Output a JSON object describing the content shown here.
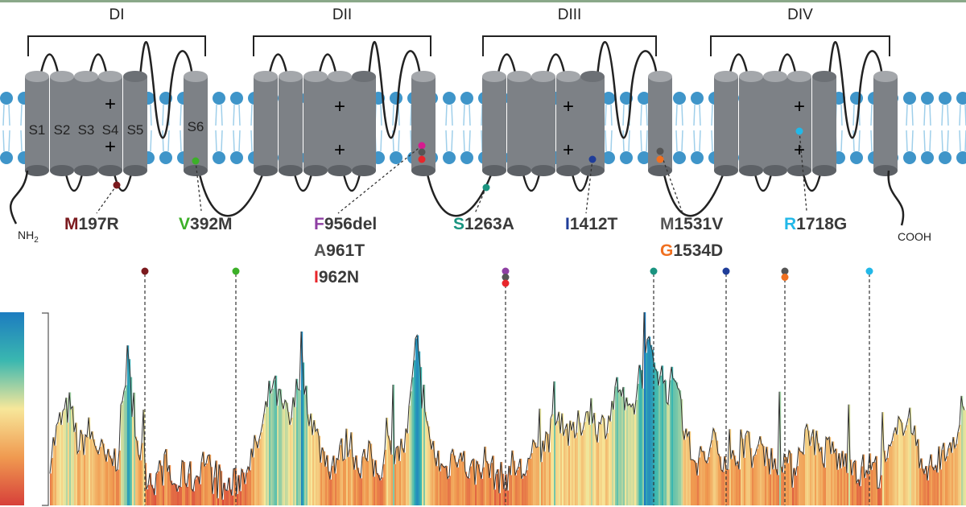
{
  "domains": [
    "DI",
    "DII",
    "DIII",
    "DIV"
  ],
  "segments": [
    "S1",
    "S2",
    "S3",
    "S4",
    "S5",
    "S6"
  ],
  "charge_symbol": "+",
  "termini": {
    "n": "NH",
    "n_sub": "2",
    "c": "COOH"
  },
  "mutations": [
    {
      "first": "M",
      "rest": "197R",
      "color": "#7b1a1e"
    },
    {
      "first": "V",
      "rest": "392M",
      "color": "#3cb028"
    },
    {
      "first": "F",
      "rest": "956del",
      "color": "#8e3fa3"
    },
    {
      "first": "A",
      "rest": "961T",
      "color": "#555555"
    },
    {
      "first": "I",
      "rest": "962N",
      "color": "#e8262b"
    },
    {
      "first": "S",
      "rest": "1263A",
      "color": "#1a9480"
    },
    {
      "first": "I",
      "rest": "1412T",
      "color": "#1f3d99"
    },
    {
      "first": "M",
      "rest": "1531V",
      "color": "#555555"
    },
    {
      "first": "G",
      "rest": "1534D",
      "color": "#f07020"
    },
    {
      "first": "R",
      "rest": "1718G",
      "color": "#22b8e8"
    }
  ],
  "colors": {
    "membrane": "#3f95c9",
    "helix": "#7d8186",
    "helix_top": "#a4a7ab"
  },
  "chart_data": {
    "type": "area",
    "title": "",
    "colorbar": [
      "#d7403a",
      "#f09a50",
      "#f7e79a",
      "#3ab7b0",
      "#1c7cc0"
    ],
    "profile": [
      0.3,
      0.5,
      0.6,
      0.35,
      0.45,
      0.35,
      0.25,
      0.3,
      0.9,
      0.4,
      0.2,
      0.15,
      0.25,
      0.1,
      0.2,
      0.15,
      0.3,
      0.15,
      0.1,
      0.12,
      0.2,
      0.3,
      0.45,
      0.75,
      0.6,
      0.5,
      0.85,
      0.55,
      0.35,
      0.25,
      0.3,
      0.4,
      0.25,
      0.3,
      0.2,
      0.35,
      0.3,
      0.4,
      1.0,
      0.45,
      0.3,
      0.2,
      0.35,
      0.25,
      0.2,
      0.28,
      0.2,
      0.15,
      0.25,
      0.2,
      0.3,
      0.35,
      0.45,
      0.55,
      0.4,
      0.5,
      0.6,
      0.45,
      0.55,
      0.75,
      0.5,
      0.7,
      0.95,
      0.85,
      0.7,
      0.8,
      0.4,
      0.25,
      0.3,
      0.35,
      0.3,
      0.25,
      0.4,
      0.3,
      0.35,
      0.25,
      0.3,
      0.2,
      0.4,
      0.45,
      0.3,
      0.35,
      0.25,
      0.3,
      0.2,
      0.25,
      0.2,
      0.3,
      0.45,
      0.6,
      0.3,
      0.25,
      0.2,
      0.35,
      0.45,
      0.55
    ]
  }
}
